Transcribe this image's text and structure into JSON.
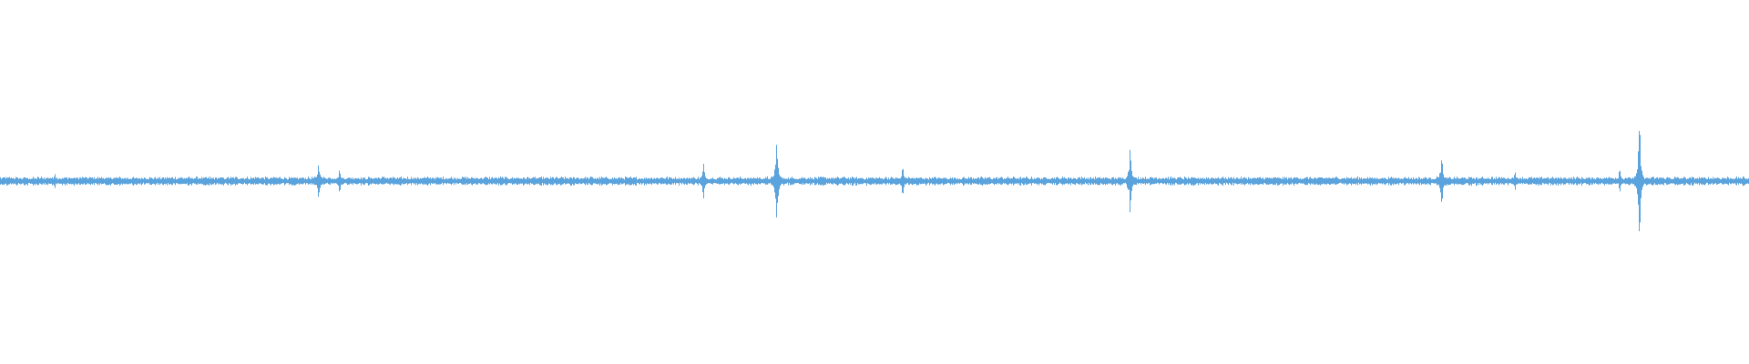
{
  "waveform": {
    "color": "#5ba3dc",
    "background": "#ffffff",
    "baseline_amplitude": 0.02,
    "spikes": [
      {
        "t": 0.031,
        "amp": 0.04
      },
      {
        "t": 0.182,
        "amp": 0.09
      },
      {
        "t": 0.194,
        "amp": 0.06
      },
      {
        "t": 0.402,
        "amp": 0.1
      },
      {
        "t": 0.444,
        "amp": 0.21
      },
      {
        "t": 0.516,
        "amp": 0.07
      },
      {
        "t": 0.646,
        "amp": 0.18
      },
      {
        "t": 0.824,
        "amp": 0.12
      },
      {
        "t": 0.866,
        "amp": 0.05
      },
      {
        "t": 0.926,
        "amp": 0.06
      },
      {
        "t": 0.937,
        "amp": 0.29
      }
    ]
  }
}
